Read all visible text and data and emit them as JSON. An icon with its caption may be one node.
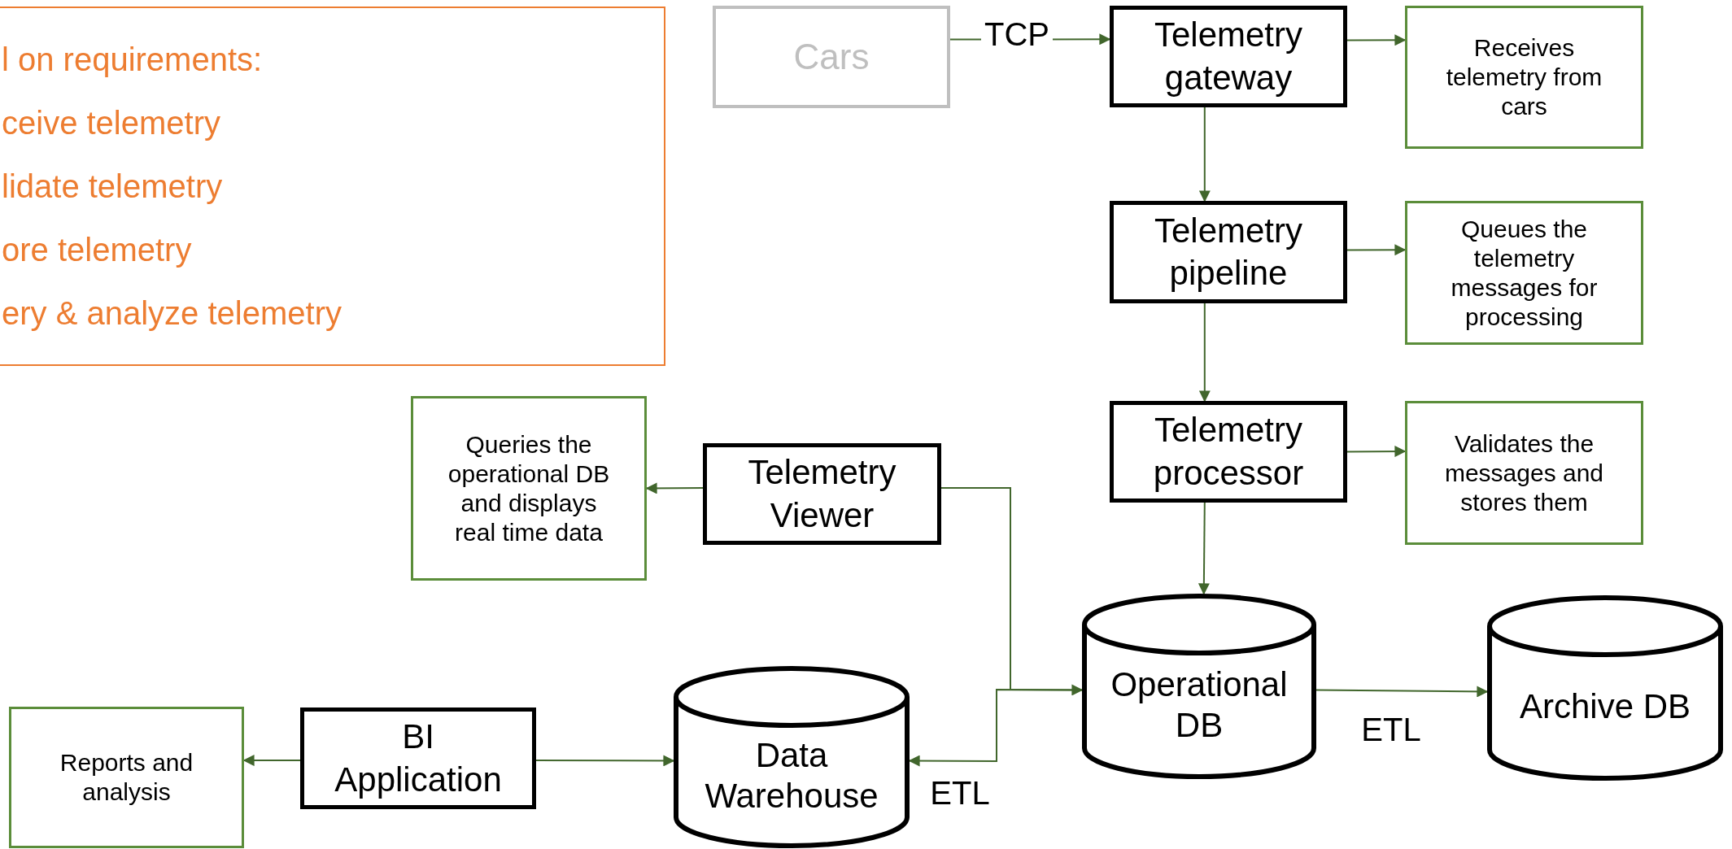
{
  "diagram": {
    "nodes": [
      {
        "text": [
          "l on requirements:",
          "ceive telemetry",
          "lidate telemetry",
          "ore telemetry",
          "ery & analyze telemetry"
        ]
      },
      {
        "text": [
          "Cars"
        ]
      },
      {
        "text": [
          "Telemetry gateway"
        ]
      },
      {
        "text": [
          "Receives telemetry from cars"
        ]
      },
      {
        "text": [
          "Telemetry pipeline"
        ]
      },
      {
        "text": [
          "Queues the telemetry messages for processing"
        ]
      },
      {
        "text": [
          "Telemetry processor"
        ]
      },
      {
        "text": [
          "Validates the messages and stores them"
        ]
      },
      {
        "text": [
          "Queries the operational DB and displays real time data"
        ]
      },
      {
        "text": [
          "Telemetry Viewer"
        ]
      },
      {
        "text": [
          "Operational DB"
        ]
      },
      {
        "text": [
          "Archive DB"
        ]
      },
      {
        "text": [
          "Reports and analysis"
        ]
      },
      {
        "text": [
          "BI Application"
        ]
      },
      {
        "text": [
          "Data Warehouse"
        ]
      }
    ],
    "edges": [
      {
        "from": 1,
        "to": 2,
        "arrow": "to",
        "label": "TCP"
      },
      {
        "from": 2,
        "to": 3,
        "arrow": "to"
      },
      {
        "from": 2,
        "to": 4,
        "arrow": "to"
      },
      {
        "from": 4,
        "to": 5,
        "arrow": "to"
      },
      {
        "from": 4,
        "to": 6,
        "arrow": "to"
      },
      {
        "from": 6,
        "to": 7,
        "arrow": "to"
      },
      {
        "from": 6,
        "to": 10,
        "arrow": "to"
      },
      {
        "from": 9,
        "to": 8,
        "arrow": "to"
      },
      {
        "from": 9,
        "to": 10,
        "arrow": "to"
      },
      {
        "from": 10,
        "to": 14,
        "arrow": "to",
        "label": "ETL"
      },
      {
        "from": 10,
        "to": 11,
        "arrow": "to",
        "label": "ETL"
      },
      {
        "from": 13,
        "to": 14,
        "arrow": "to"
      },
      {
        "from": 13,
        "to": 12,
        "arrow": "to"
      }
    ]
  }
}
